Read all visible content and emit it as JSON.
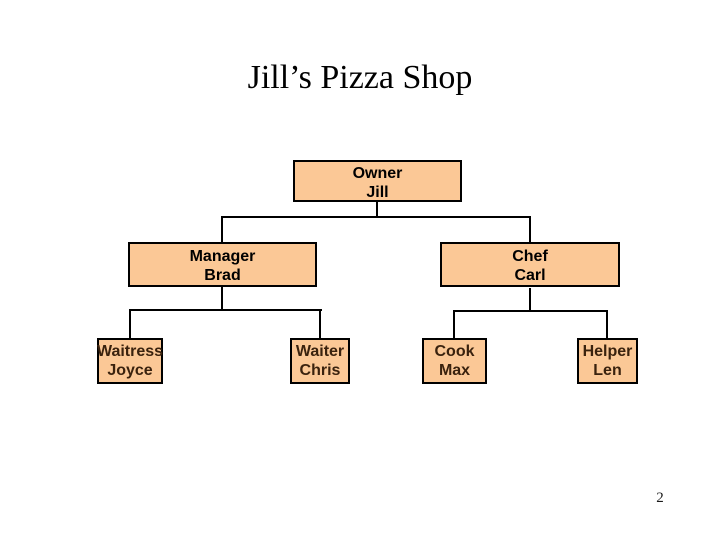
{
  "slide": {
    "title": "Jill’s Pizza Shop",
    "page_number": "2"
  },
  "colors": {
    "box_fill": "#FBC896",
    "box_border": "#000000",
    "connector": "#000000",
    "title_text": "#000000",
    "large_box_text": "#000000",
    "small_box_text": "#3A220E",
    "background": "#FFFFFF"
  },
  "org_chart": {
    "type": "org-tree",
    "nodes": [
      {
        "role": "Owner",
        "name": "Jill",
        "reports_to": null
      },
      {
        "role": "Manager",
        "name": "Brad",
        "reports_to": "Owner"
      },
      {
        "role": "Chef",
        "name": "Carl",
        "reports_to": "Owner"
      },
      {
        "role": "Waitress",
        "name": "Joyce",
        "reports_to": "Manager"
      },
      {
        "role": "Waiter",
        "name": "Chris",
        "reports_to": "Manager"
      },
      {
        "role": "Cook",
        "name": "Max",
        "reports_to": "Chef"
      },
      {
        "role": "Helper",
        "name": "Len",
        "reports_to": "Chef"
      }
    ]
  }
}
